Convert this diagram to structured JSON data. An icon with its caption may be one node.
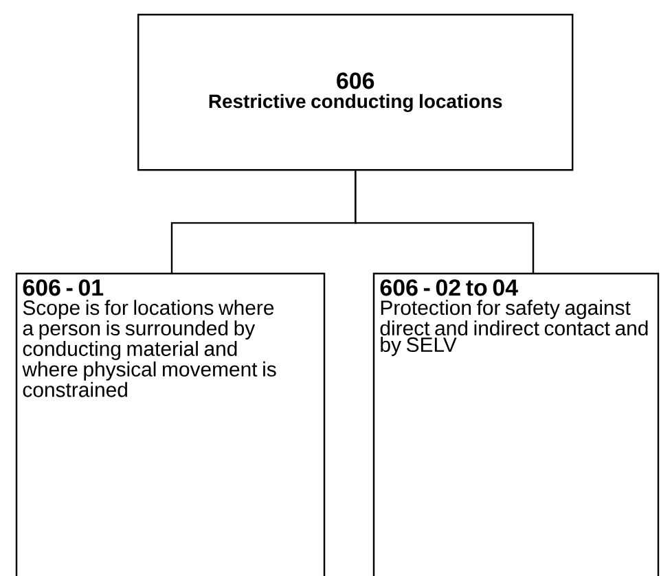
{
  "diagram": {
    "nodes": [
      {
        "text": [
          "606",
          "Restrictive conducting locations"
        ]
      },
      {
        "text": [
          "606 - 01",
          "Scope is for locations where a person is surrounded by conducting material and where physical movement is constrained"
        ]
      },
      {
        "text": [
          "606 - 02 to 04",
          "Protection for safety against direct and indirect contact and by SELV"
        ]
      }
    ],
    "edges": [
      {
        "from": 0,
        "to": 1,
        "arrow": "none"
      },
      {
        "from": 0,
        "to": 2,
        "arrow": "none"
      }
    ]
  }
}
